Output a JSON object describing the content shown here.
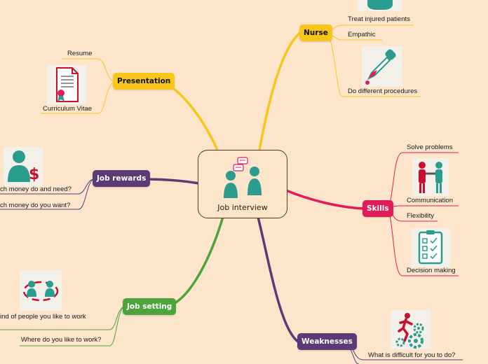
{
  "central": {
    "label": "Job interview",
    "icon": "interview-people-icon"
  },
  "branches": {
    "nurse": {
      "label": "Nurse",
      "color": "#f8c61a"
    },
    "presentation": {
      "label": "Presentation",
      "color": "#f8c61a"
    },
    "job_rewards": {
      "label": "Job rewards",
      "color": "#5b3a75"
    },
    "skills": {
      "label": "Skills",
      "color": "#e01c5a"
    },
    "job_setting": {
      "label": "Job setting",
      "color": "#4ca43a"
    },
    "weaknesses": {
      "label": "Weaknesses",
      "color": "#5b3a75"
    }
  },
  "topics": {
    "treat_injured": "Treat injured patients",
    "empathic": "Empathic",
    "do_procedures": "Do different procedures",
    "resume": "Resume",
    "cv": "Curriculum Vitae",
    "money_need": "ch money do and need?",
    "money_want": "ch money do you want?",
    "solve_problems": "Solve problems",
    "communication": "Communication",
    "flexibility": "Flexibility",
    "decision_making": "Decision making",
    "kind_people": "ind of people you like to work",
    "where_work": "Where do you like to work?",
    "difficult": "What is difficult for you to do?"
  },
  "icons": {
    "nurse_top": "chat-bubble-icon",
    "dropper": "dropper-icon",
    "certificate": "certificate-icon",
    "money": "money-person-icon",
    "handshake": "handshake-icon",
    "checklist": "checklist-icon",
    "team": "team-circle-icon",
    "runner_gears": "runner-gears-icon"
  }
}
